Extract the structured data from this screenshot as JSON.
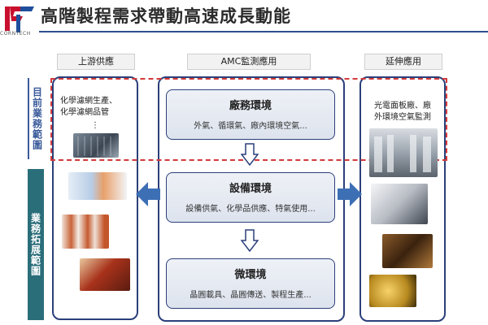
{
  "header": {
    "title": "高階製程需求帶動高速成長動能",
    "logo_text": "CORNTECH"
  },
  "columns": {
    "upstream": "上游供應",
    "amc": "AMC監測應用",
    "extension": "延伸應用"
  },
  "side_labels": {
    "current": "目前業務範圍",
    "expansion": "業務拓展範圍"
  },
  "left": {
    "line1": "化學濾網生產、",
    "line2": "化學濾網品管",
    "dots": "⋮"
  },
  "right": {
    "line1": "光電面板廠、廠",
    "line2": "外環境空氣監測"
  },
  "panels": [
    {
      "title": "廠務環境",
      "desc": "外氣、循環氣、廠內環境空氣..."
    },
    {
      "title": "設備環境",
      "desc": "設備供氣、化學品供應、特氣使用..."
    },
    {
      "title": "微環境",
      "desc": "晶圓載具、晶圓傳送、製程生產..."
    }
  ],
  "colors": {
    "navy": "#2b3f7a",
    "dash_red": "#d23a3a",
    "teal": "#2a6e7a",
    "arrow_blue": "#3d6fb5"
  }
}
